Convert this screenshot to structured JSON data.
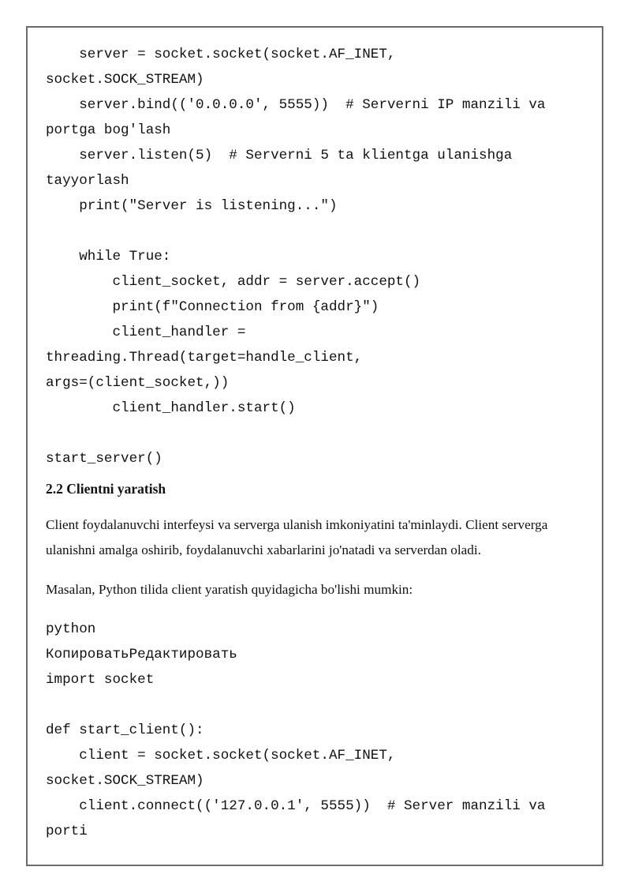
{
  "code_block_1": [
    "    server = socket.socket(socket.AF_INET,",
    "socket.SOCK_STREAM)",
    "    server.bind(('0.0.0.0', 5555))  # Serverni IP manzili va",
    "portga bog'lash",
    "    server.listen(5)  # Serverni 5 ta klientga ulanishga",
    "tayyorlash",
    "    print(\"Server is listening...\")",
    "",
    "    while True:",
    "        client_socket, addr = server.accept()",
    "        print(f\"Connection from {addr}\")",
    "        client_handler =",
    "threading.Thread(target=handle_client,",
    "args=(client_socket,))",
    "        client_handler.start()",
    "",
    "start_server()"
  ],
  "section_heading": "2.2 Clientni yaratish",
  "paragraph_1": "Client foydalanuvchi interfeysi va serverga ulanish imkoniyatini ta'minlaydi. Client serverga ulanishni amalga oshirib, foydalanuvchi xabarlarini jo'natadi va serverdan oladi.",
  "paragraph_2": "Masalan, Python tilida client yaratish quyidagicha bo'lishi mumkin:",
  "code_block_2": [
    "python",
    "КопироватьРедактировать",
    "import socket",
    "",
    "def start_client():",
    "    client = socket.socket(socket.AF_INET,",
    "socket.SOCK_STREAM)",
    "    client.connect(('127.0.0.1', 5555))  # Server manzili va",
    "porti"
  ]
}
